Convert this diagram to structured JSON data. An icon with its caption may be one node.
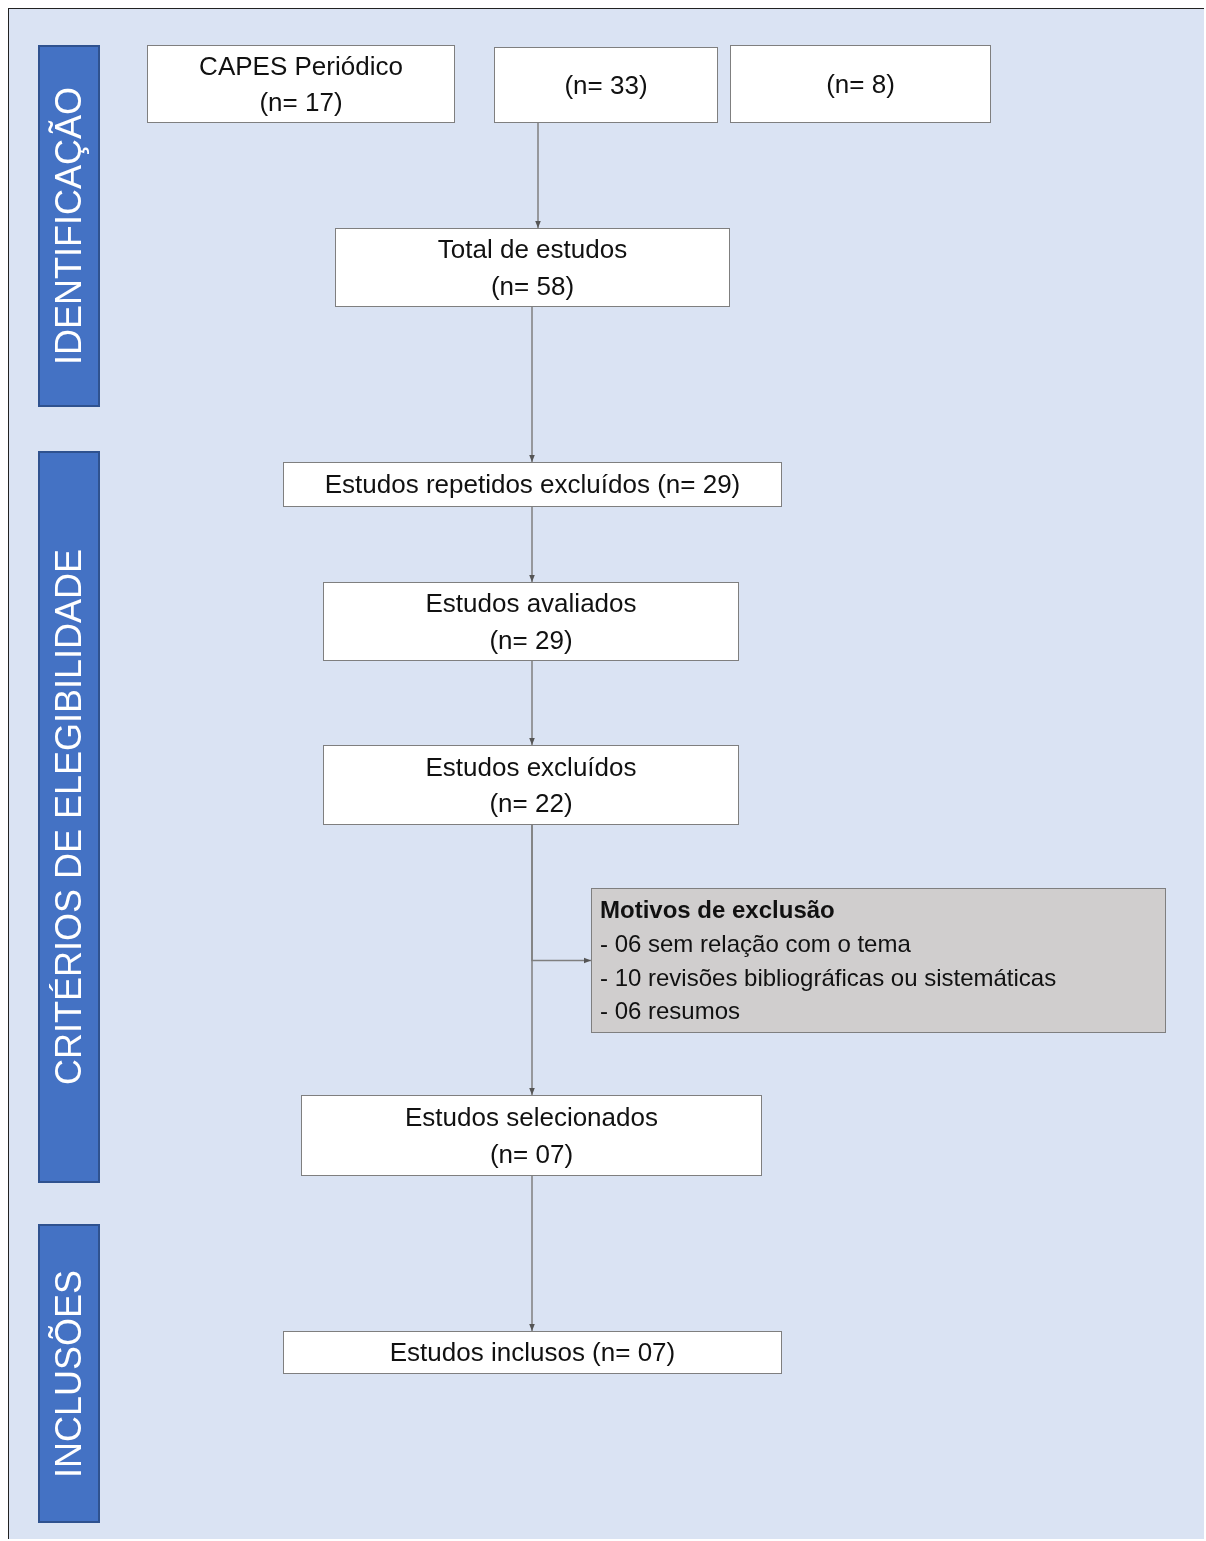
{
  "diagram": {
    "nodes": [
      {
        "text": [
          "IDENTIFICAÇÃO"
        ]
      },
      {
        "text": [
          "CRITÉRIOS DE ELEGIBILIDADE"
        ]
      },
      {
        "text": [
          "INCLUSÕES"
        ]
      },
      {
        "text": [
          "CAPES Periódico",
          "(n= 17)"
        ]
      },
      {
        "text": [
          "(n= 33)"
        ]
      },
      {
        "text": [
          "(n= 8)"
        ]
      },
      {
        "text": [
          "Total de estudos",
          "(n= 58)"
        ]
      },
      {
        "text": [
          "Estudos repetidos excluídos (n= 29)"
        ]
      },
      {
        "text": [
          "Estudos avaliados",
          "(n= 29)"
        ]
      },
      {
        "text": [
          "Estudos excluídos",
          "(n= 22)"
        ]
      },
      {
        "text": [
          "Motivos de exclusão",
          "- 06 sem relação com o tema",
          "- 10 revisões bibliográficas ou sistemáticas",
          "- 06 resumos"
        ]
      },
      {
        "text": [
          "Estudos selecionados",
          "(n= 07)"
        ]
      },
      {
        "text": [
          "Estudos inclusos (n= 07)"
        ]
      }
    ],
    "edges": [
      {
        "from": 4,
        "to": 6,
        "arrow": "to"
      },
      {
        "from": 6,
        "to": 7,
        "arrow": "to"
      },
      {
        "from": 7,
        "to": 8,
        "arrow": "to"
      },
      {
        "from": 8,
        "to": 9,
        "arrow": "to"
      },
      {
        "from": 9,
        "to": 11,
        "arrow": "to"
      },
      {
        "from": 9,
        "to": 10,
        "arrow": "to"
      },
      {
        "from": 11,
        "to": 12,
        "arrow": "to"
      }
    ]
  }
}
